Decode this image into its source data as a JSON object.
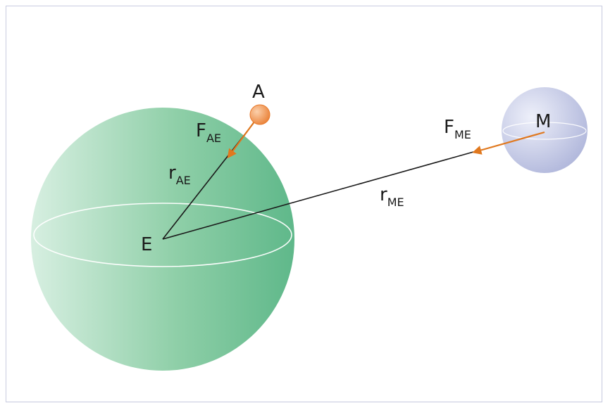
{
  "diagram": {
    "labels": {
      "asteroid": "A",
      "earth": "E",
      "moon": "M",
      "force_ae": {
        "main": "F",
        "sub": "AE"
      },
      "force_me": {
        "main": "F",
        "sub": "ME"
      },
      "dist_ae": {
        "main": "r",
        "sub": "AE"
      },
      "dist_me": {
        "main": "r",
        "sub": "ME"
      }
    },
    "colors": {
      "earth": "#5fb88a",
      "moon": "#b9bfe0",
      "asteroid": "#f08a3c",
      "force_arrow": "#e0781e",
      "line": "#1a1a1a",
      "frame": "#c8cbe0"
    }
  }
}
